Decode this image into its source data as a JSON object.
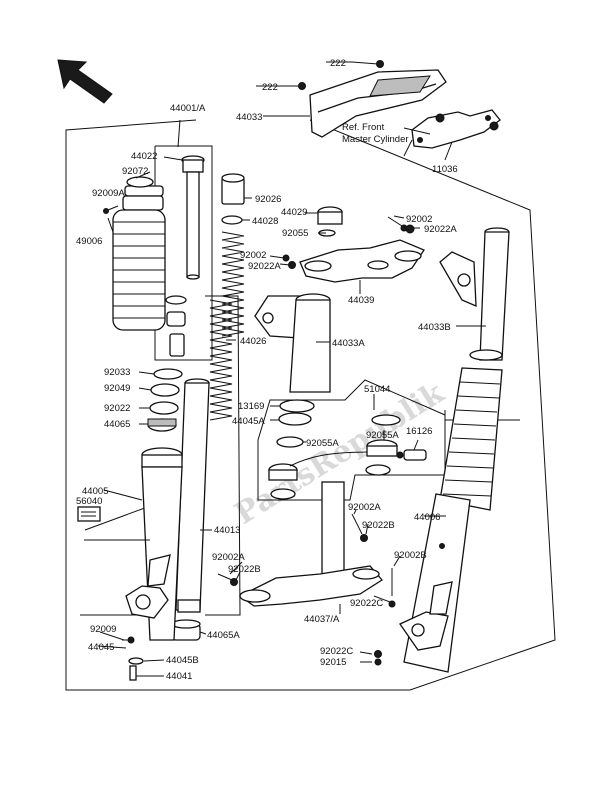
{
  "watermark": "PartsRepublik",
  "labels": {
    "l44001A": "44001/A",
    "l222a": "222",
    "l222b": "222",
    "l44033": "44033",
    "lRef1": "Ref. Front",
    "lRef2": "Master Cylinder",
    "l11036": "11036",
    "l44022": "44022",
    "l92072": "92072",
    "l92009A": "92009A",
    "l49006": "49006",
    "l92026": "92026",
    "l44028": "44028",
    "l44029": "44029",
    "l92055": "92055",
    "l92002a": "92002",
    "l92022Aa": "92022A",
    "l92002b": "92002",
    "l92022Ab": "92022A",
    "l44039": "44039",
    "l44033B": "44033B",
    "l44026": "44026",
    "l44033A": "44033A",
    "l92033": "92033",
    "l92049": "92049",
    "l92022": "92022",
    "l44065": "44065",
    "l13169": "13169",
    "l44045A": "44045A",
    "l51044": "51044",
    "l92055A1": "92055A",
    "l92055A2": "92055A",
    "l16126": "16126",
    "l44005": "44005",
    "l56040": "56040",
    "l44013": "44013",
    "l92002A1": "92002A",
    "l92022B1": "92022B",
    "l44006": "44006",
    "l92002A2": "92002A",
    "l92022B2": "92022B",
    "l92002B": "92002B",
    "l92022C1": "92022C",
    "l44037A": "44037/A",
    "l44065A": "44065A",
    "l92009": "92009",
    "l44045": "44045",
    "l44045B": "44045B",
    "l44041": "44041",
    "l92022C2": "92022C",
    "l92015": "92015"
  }
}
